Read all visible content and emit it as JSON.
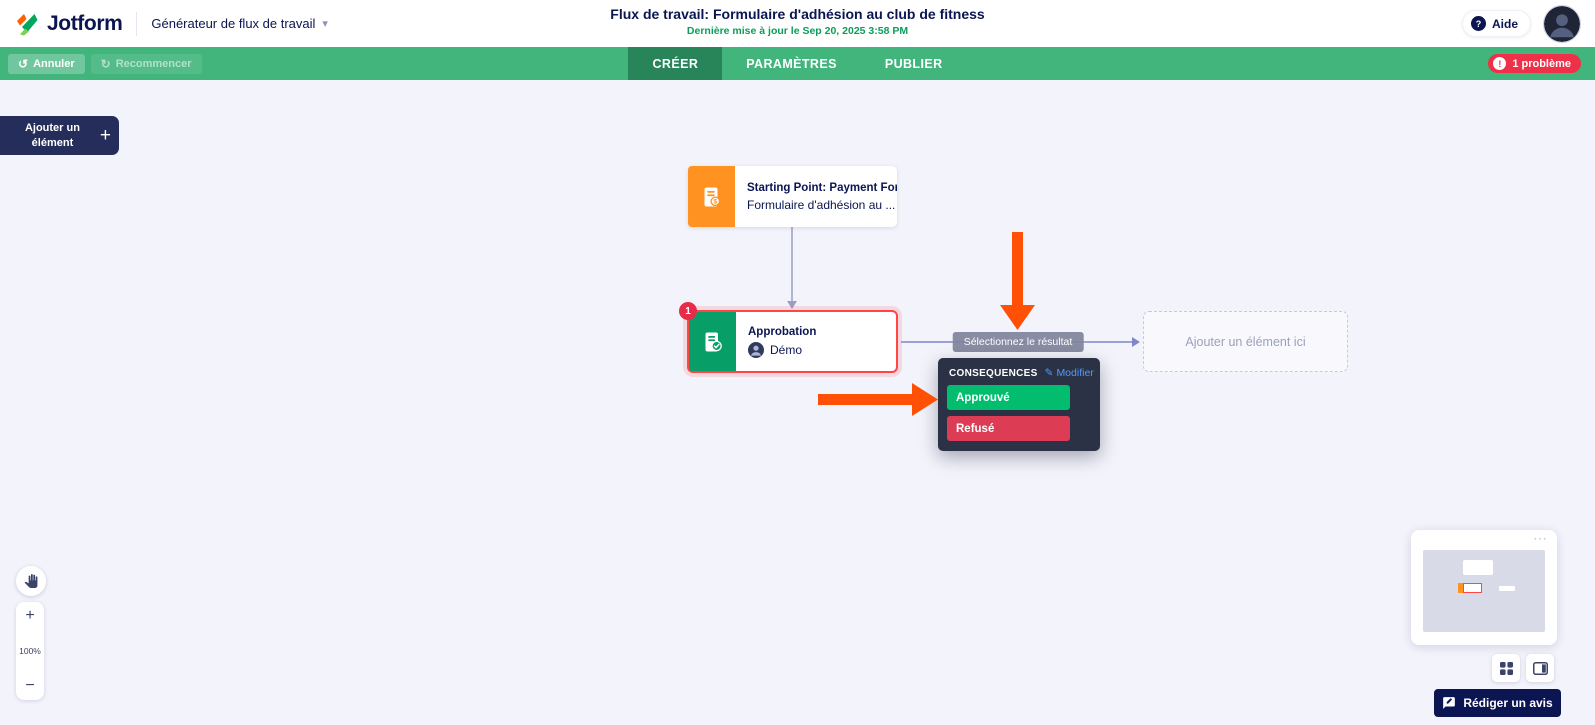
{
  "header": {
    "logo": "Jotform",
    "product_label": "Générateur de flux de travail",
    "title": "Flux de travail: Formulaire d'adhésion au club de fitness",
    "last_updated": "Dernière mise à jour le Sep 20, 2025 3:58 PM",
    "help": "Aide"
  },
  "toolbar": {
    "undo": "Annuler",
    "redo": "Recommencer",
    "tabs": [
      {
        "label": "CRÉER"
      },
      {
        "label": "PARAMÈTRES"
      },
      {
        "label": "PUBLIER"
      }
    ],
    "active_tab": "CRÉER",
    "problems": "1 problème"
  },
  "canvas": {
    "add_element": "Ajouter un élément",
    "start_node": {
      "title": "Starting Point: Payment Form",
      "subtitle": "Formulaire d'adhésion au ..."
    },
    "approval_node": {
      "badge": "1",
      "title": "Approbation",
      "assignee": "Démo"
    },
    "connector_label": "Sélectionnez le résultat",
    "placeholder_node": "Ajouter un élément ici",
    "outcomes": {
      "title": "CONSEQUENCES",
      "edit": "Modifier",
      "approve": "Approuvé",
      "deny": "Refusé"
    }
  },
  "controls": {
    "zoom_level": "100%"
  },
  "review_button": "Rédiger un avis",
  "icons": {
    "undo": "↺",
    "redo": "↻",
    "chevron_down": "▾",
    "plus": "+",
    "help": "?",
    "warning": "!",
    "pencil": "✎",
    "dots": "⋯",
    "zoom_in": "+",
    "zoom_out": "−"
  },
  "colors": {
    "brand_navy": "#0a1551",
    "toolbar_green": "#41b57c",
    "active_tab_green": "#28855a",
    "success_green": "#01bd6d",
    "error_red": "#dc3d55",
    "alert_red": "#ee3148",
    "node_error_border": "#ff4645",
    "highlight_orange": "#ff5005",
    "node_orange": "#ff9220",
    "node_green": "#089e68",
    "canvas_bg": "#f3f3fb"
  }
}
